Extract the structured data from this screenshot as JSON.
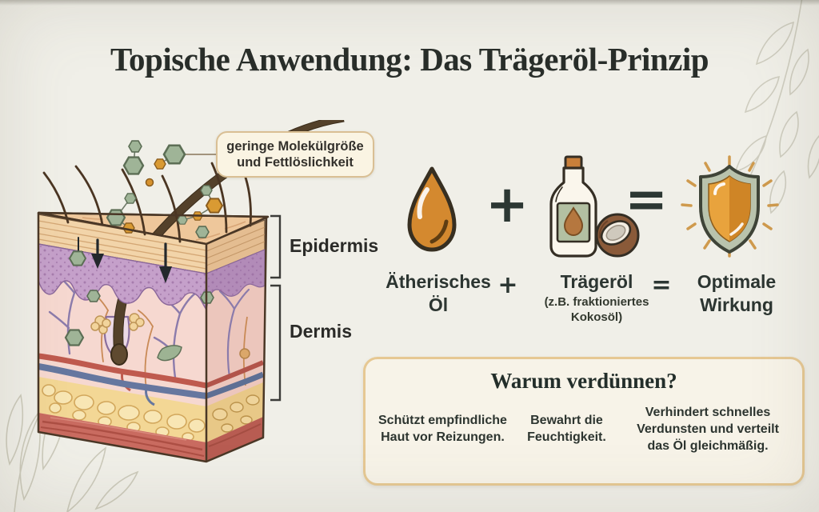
{
  "title": "Topische Anwendung: Das Trägeröl-Prinzip",
  "diagram": {
    "callout": {
      "line1": "geringe Molekülgröße",
      "line2": "und Fettlöslichkeit"
    },
    "labels": {
      "epidermis": "Epidermis",
      "dermis": "Dermis"
    },
    "illustration": "skin-cross-section-with-hairs-molecules-and-absorption-arrows"
  },
  "formula": {
    "plus": "+",
    "equals": "=",
    "essential_oil": {
      "line1": "Ätherisches",
      "line2": "Öl",
      "icon": "oil-drop-icon"
    },
    "carrier_oil": {
      "line1": "Trägeröl",
      "sub1": "(z.B. fraktioniertes",
      "sub2": "Kokosöl)",
      "icon": "oil-bottle-coconut-icon"
    },
    "result": {
      "line1": "Optimale",
      "line2": "Wirkung",
      "icon": "shield-icon"
    }
  },
  "why_box": {
    "title": "Warum verdünnen?",
    "reasons": [
      "Schützt empfindliche Haut vor Reizungen.",
      "Bewahrt die Feuchtigkeit.",
      "Verhindert schnelles Verdunsten und verteilt das Öl gleichmäßig."
    ]
  },
  "colors": {
    "background": "#f0efe8",
    "accent_amber": "#d4892f",
    "accent_green": "#9fb497",
    "box_border": "#e6c893",
    "text_dark": "#2c3531"
  }
}
